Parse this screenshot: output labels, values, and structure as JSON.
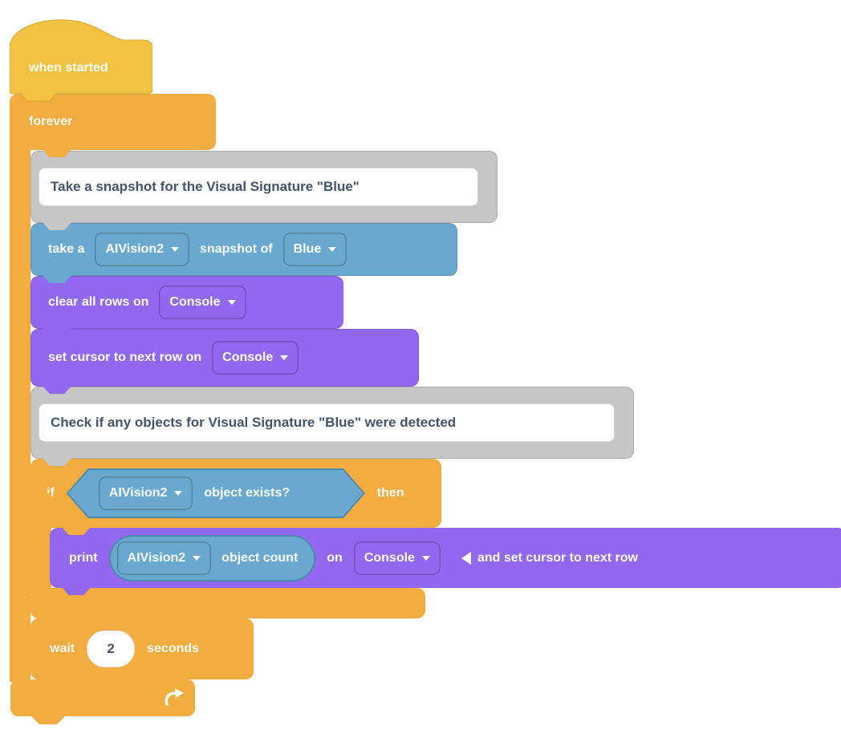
{
  "workspace": {
    "background": "#FFFFFF"
  },
  "colors": {
    "hat_yellow": "#F2C342",
    "control_orange": "#F2AC40",
    "sensing_blue": "#6AA9CF",
    "console_purple": "#9268F0",
    "comment_gray": "#C6C6C6",
    "comment_text": "#44546A"
  },
  "icons": {
    "dropdown_arrow": "down-triangle",
    "collapse_arrow": "left-triangle",
    "loop_arrow": "curved-repeat-arrow"
  },
  "script": {
    "when_started": {
      "label": "when started"
    },
    "forever": {
      "label": "forever"
    },
    "comment_snapshot": {
      "text": "Take a snapshot for the Visual Signature \"Blue\""
    },
    "take_snapshot": {
      "label_prefix": "take a",
      "camera": "AIVision2",
      "label_middle": "snapshot of",
      "signature": "Blue"
    },
    "clear_rows": {
      "label": "clear all rows on",
      "target": "Console"
    },
    "set_cursor": {
      "label": "set cursor to next row on",
      "target": "Console"
    },
    "comment_check": {
      "text": "Check if any objects for Visual Signature \"Blue\" were detected"
    },
    "if_block": {
      "label_if": "if",
      "camera": "AIVision2",
      "condition": "object exists?",
      "label_then": "then"
    },
    "print_block": {
      "label_print": "print",
      "camera": "AIVision2",
      "reporter": "object count",
      "label_on": "on",
      "target": "Console",
      "option": "and set cursor to next row"
    },
    "wait": {
      "label": "wait",
      "duration": "2",
      "unit": "seconds"
    }
  }
}
